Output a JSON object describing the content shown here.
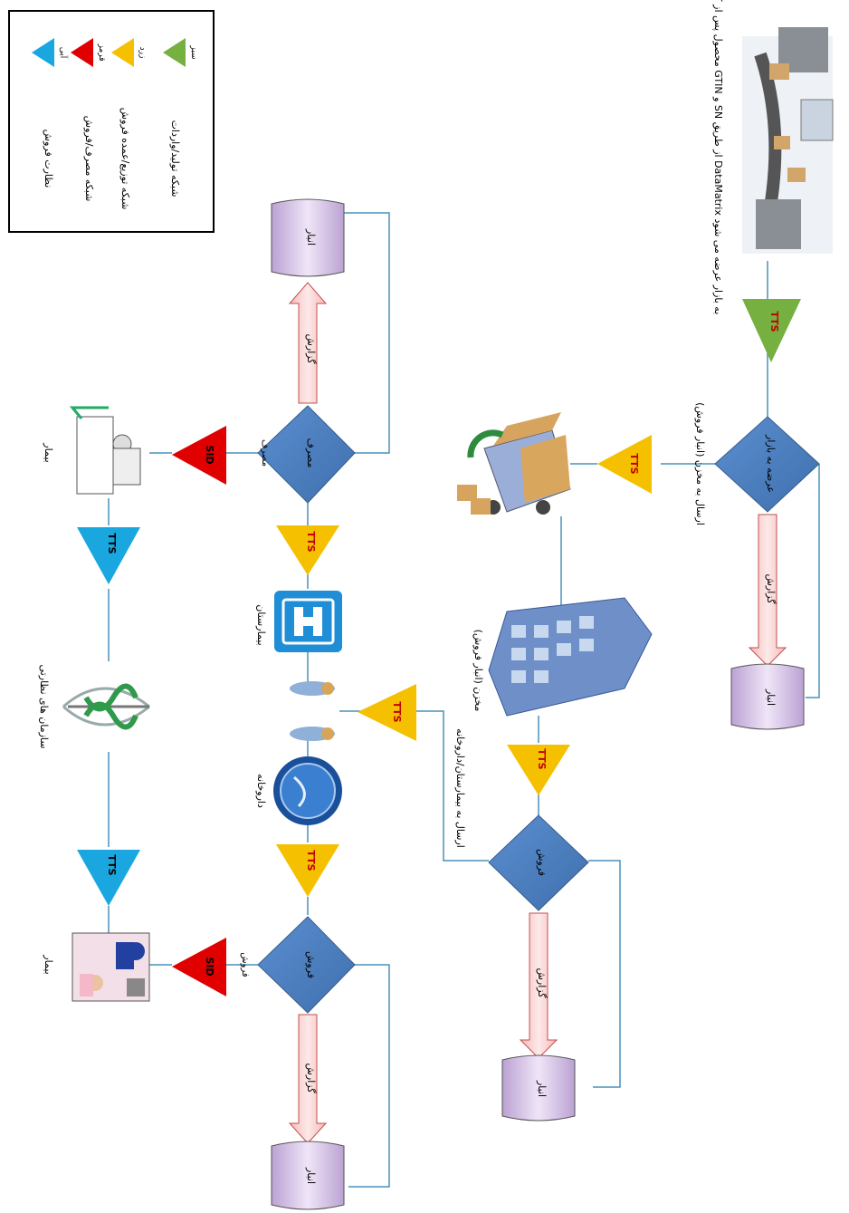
{
  "legend": {
    "items": [
      {
        "label": "شبکه تولید/واردات",
        "key": "سبز",
        "color": "#76b041"
      },
      {
        "label": "شبکه توزیع/عمده فروش",
        "key": "زرد",
        "color": "#f5c000"
      },
      {
        "label": "شبکه مصرف/فروش",
        "key": "قرمز",
        "color": "#e00000"
      },
      {
        "label": "نظارت فروش",
        "key": "آبی",
        "color": "#1aa7e0"
      }
    ]
  },
  "factory_caption": "محصول پس از کدگذاری با GTIN و SN از طریق DataMatrix به بازار عرضه می شود",
  "codes": {
    "green": "TTS",
    "yellow": "TTS",
    "red": "SID",
    "blue": "TTS"
  },
  "decisions": {
    "wholesale": "عرضه به بازار",
    "sale": "فروش",
    "hospital_use": "مصرف",
    "pharmacy_sale": "فروش"
  },
  "edge_labels": {
    "send_to_store": "ارسال به مخزن (انبار فروش)",
    "send_to_hospital": "ارسال به بیمارستان/داروخانه",
    "consume": "مصرف",
    "sell": "فروش"
  },
  "report_label": "گزارش",
  "inventory_label": "انبار",
  "nodes": {
    "store": "مخزن (انبار فروش)",
    "hospital": "بیمارستان",
    "pharmacy": "داروخانه",
    "health_org": "سازمان های نظارتی",
    "patient1": "بیمار",
    "patient2": "بیمار"
  },
  "colors": {
    "diamond": "#4f81bd",
    "diamond_stroke": "#385d8a",
    "cylinder": "#d9c3e9",
    "report_arrow": "#f4a7a7",
    "report_stroke": "#c0504d",
    "line": "#4a90b8",
    "green": "#76b041",
    "yellow": "#f5c000",
    "red": "#e00000",
    "blue": "#1aa7e0"
  }
}
